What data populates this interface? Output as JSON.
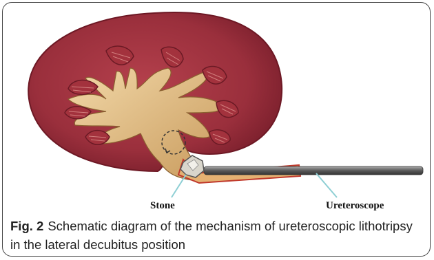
{
  "diagram": {
    "labels": {
      "stone": "Stone",
      "ureteroscope": "Ureteroscope"
    },
    "colors": {
      "kidney_parenchyma": "#9a2f3c",
      "kidney_rim": "#7a1f2c",
      "collecting_system": "#e8c890",
      "papilla": "#a8343e",
      "scope": "#555555",
      "leader_lines": "#8ecfd4",
      "ureter_rim": "#c0392b"
    }
  },
  "caption": {
    "figure_label": "Fig. 2",
    "text": "Schematic diagram of the mechanism of ureteroscopic lithotripsy in the lateral decubitus position"
  }
}
